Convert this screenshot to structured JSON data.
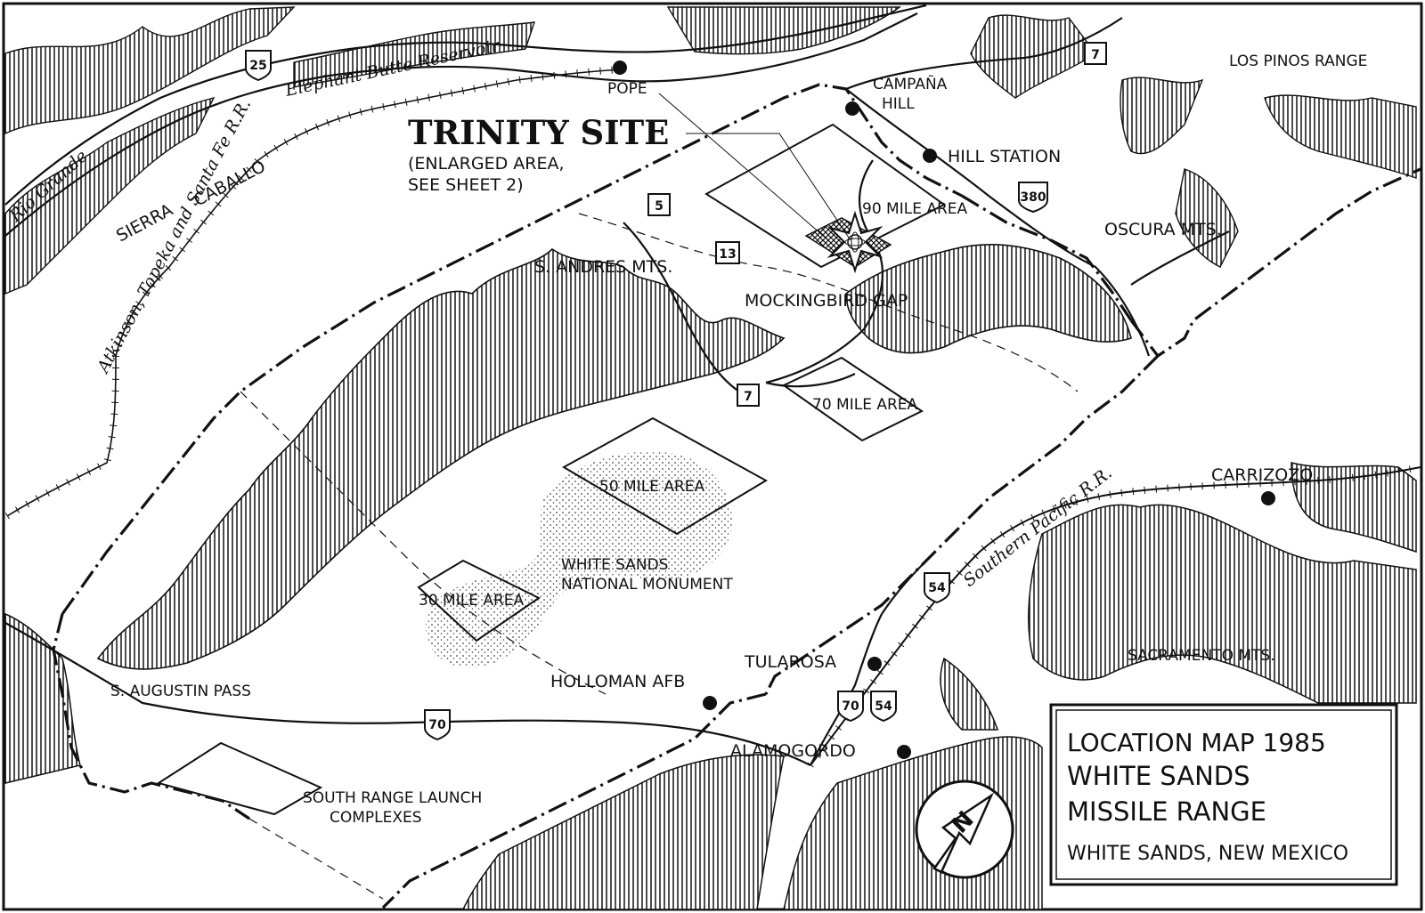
{
  "map": {
    "title_lines": [
      "LOCATION MAP  1985",
      "WHITE SANDS",
      "MISSILE RANGE",
      "WHITE SANDS, NEW MEXICO"
    ],
    "trinity": {
      "title": "TRINITY SITE",
      "note_line1": "(ENLARGED AREA,",
      "note_line2": "SEE SHEET 2)"
    },
    "places": {
      "pope": "POPE",
      "campana_1": "CAMPAÑA",
      "campana_2": "HILL",
      "hill_station": "HILL STATION",
      "los_pinos": "LOS PINOS RANGE",
      "oscura": "OSCURA MTS.",
      "s_andres": "S. ANDRES MTS.",
      "mockingbird": "MOCKINGBIRD GAP",
      "carrizozo": "CARRIZOZO",
      "sacramento": "SACRAMENTO MTS.",
      "tularosa": "TULAROSA",
      "holloman": "HOLLOMAN AFB",
      "alamogordo": "ALAMOGORDO",
      "s_augustin": "S. AUGUSTIN PASS",
      "south_range_1": "SOUTH RANGE LAUNCH",
      "south_range_2": "COMPLEXES",
      "white_sands_1": "WHITE SANDS",
      "white_sands_2": "NATIONAL MONUMENT",
      "sierra": "SIERRA",
      "caballo": "CABALLO"
    },
    "areas": {
      "ninety": "90 MILE AREA",
      "seventy": "70 MILE AREA",
      "fifty": "50 MILE AREA",
      "thirty": "30 MILE AREA"
    },
    "water": {
      "rio_grande": "Rio Grande",
      "elephant_butte": "Elephant Butte Reservoir"
    },
    "railroads": {
      "atsf": "Atkinson, Topeka and Santa Fe R.R.",
      "southern_pacific": "Southern Pacific R.R."
    },
    "routes": {
      "us25": "25",
      "r7_north": "7",
      "r5": "5",
      "r13": "13",
      "r7_mid": "7",
      "us380": "380",
      "us54_north": "54",
      "us70_tularosa": "70",
      "us54_south": "54",
      "us70_west": "70"
    },
    "compass": {
      "north_letter": "N"
    }
  }
}
